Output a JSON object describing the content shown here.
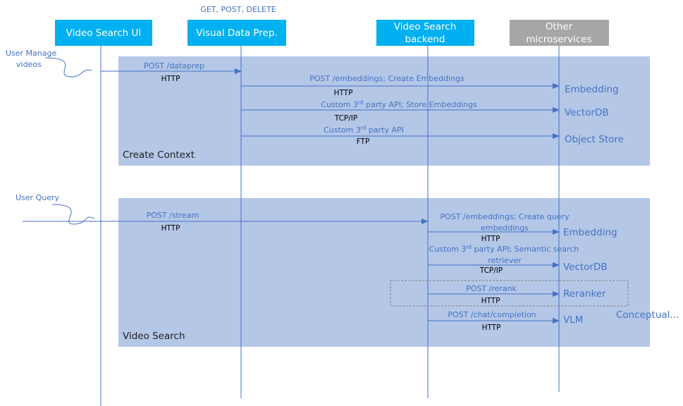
{
  "header_note": "GET, POST, DELETE",
  "participants": {
    "ui": "Video Search UI",
    "prep": "Visual Data Prep.",
    "backend_line1": "Video Search",
    "backend_line2": "backend",
    "other_line1": "Other",
    "other_line2": "microservices"
  },
  "colors": {
    "participant_fill": "#00b0f0",
    "other_fill": "#a6a6a6",
    "region_fill": "#b4c7e7",
    "line": "#4472c4",
    "label": "#4472c4"
  },
  "actors": {
    "manage_line1": "User Manage",
    "manage_line2": "videos",
    "query": "User Query"
  },
  "create_context": {
    "title": "Create Context",
    "msg1": {
      "label": "POST /dataprep",
      "protocol": "HTTP"
    },
    "msg2": {
      "label": "POST /embeddings; Create Embeddings",
      "protocol": "HTTP",
      "target": "Embedding"
    },
    "msg3": {
      "label_pre": "Custom 3",
      "label_sup": "rd",
      "label_post": " party API; Store Embeddings",
      "protocol": "TCP/IP",
      "target": "VectorDB"
    },
    "msg4": {
      "label_pre": "Custom 3",
      "label_sup": "rd",
      "label_post": " party API",
      "protocol": "FTP",
      "target": "Object Store"
    }
  },
  "video_search": {
    "title": "Video Search",
    "msg1": {
      "label": "POST /stream",
      "protocol": "HTTP"
    },
    "msg2": {
      "label_line1": "POST /embeddings; Create query",
      "label_line2": "embeddings",
      "protocol": "HTTP",
      "target": "Embedding"
    },
    "msg3": {
      "label_pre": "Custom 3",
      "label_sup": "rd",
      "label_post": " party API; Semantic search",
      "label_line2": "retriever",
      "protocol": "TCP/IP",
      "target": "VectorDB"
    },
    "msg4": {
      "label": "POST /rerank",
      "protocol": "HTTP",
      "target": "Reranker"
    },
    "msg5": {
      "label": "POST /chat/completion",
      "protocol": "HTTP",
      "target": "VLM"
    },
    "conceptual": "Conceptual..."
  }
}
